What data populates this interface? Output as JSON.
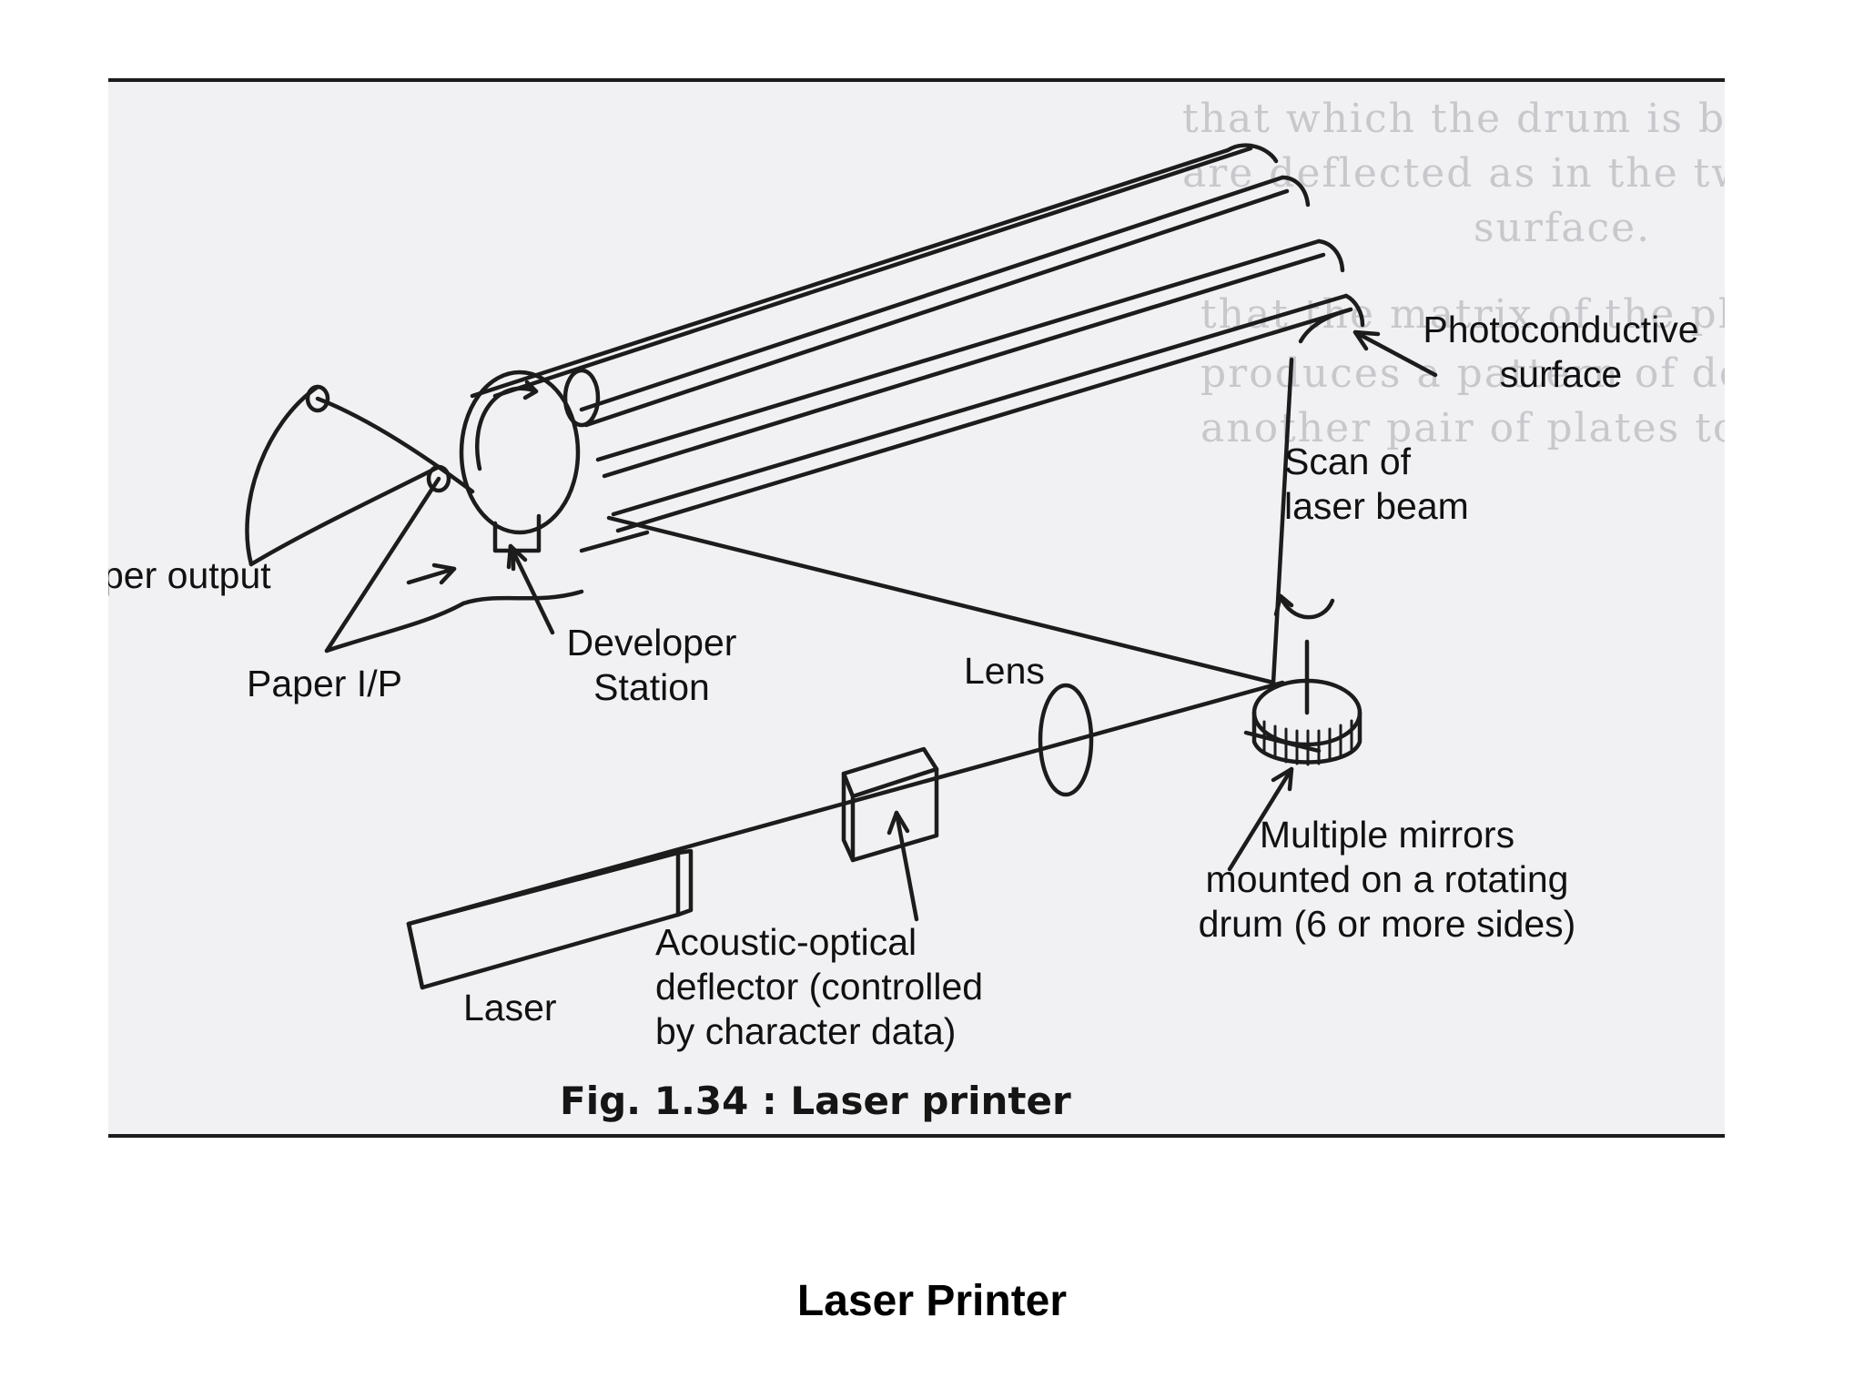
{
  "figure": {
    "labels": {
      "photoconductive": "Photoconductive\nsurface",
      "scan": "Scan of\nlaser beam",
      "paper_output": "per output",
      "developer": "Developer\nStation",
      "paper_input": "Paper I/P",
      "lens": "Lens",
      "mirrors": "Multiple mirrors\nmounted on a rotating\ndrum (6 or more sides)",
      "laser": "Laser",
      "deflector": "Acoustic-optical\ndeflector (controlled\nby character data)"
    },
    "caption": "Fig. 1.34 : Laser printer",
    "bleed_through": [
      "that which the drum is based on into circuits",
      "are deflected as in the two second electrode surface",
      "surface.",
      "that the matrix of the photoconductive surface",
      "produces a pattern of dots moving across",
      "another pair of plates to deflect the electrons"
    ]
  },
  "slide": {
    "title": "Laser Printer"
  }
}
